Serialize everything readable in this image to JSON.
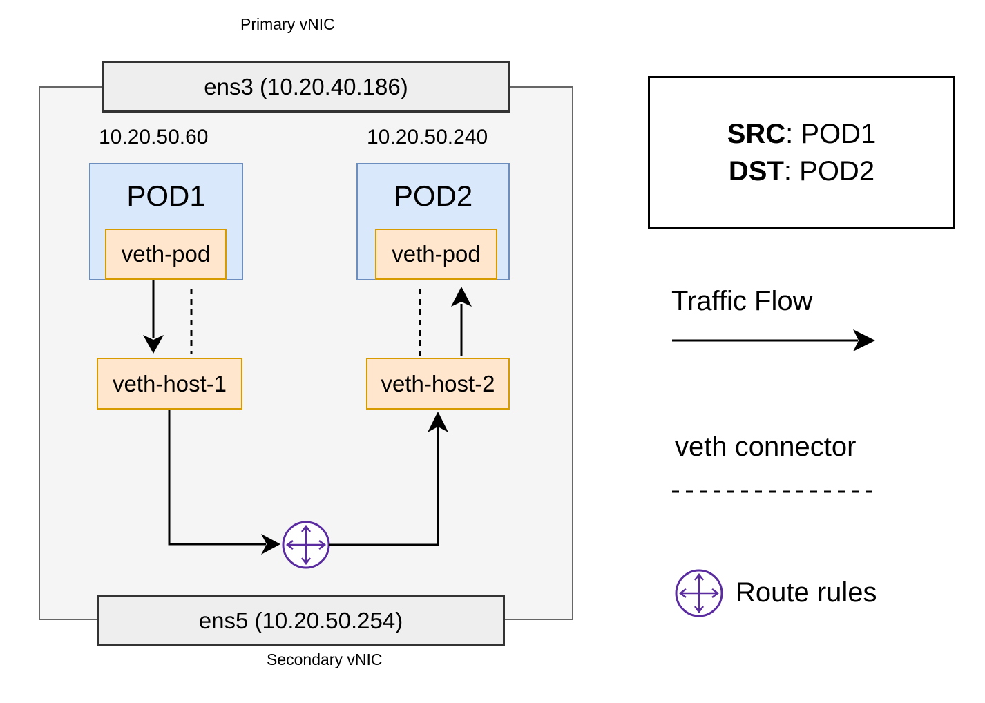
{
  "diagram": {
    "host": {
      "primary_caption": "Primary vNIC",
      "secondary_caption": "Secondary vNIC",
      "primary_nic": "ens3 (10.20.40.186)",
      "secondary_nic": "ens5 (10.20.50.254)"
    },
    "pods": [
      {
        "ip": "10.20.50.60",
        "name": "POD1",
        "veth": "veth-pod",
        "host_veth": "veth-host-1"
      },
      {
        "ip": "10.20.50.240",
        "name": "POD2",
        "veth": "veth-pod",
        "host_veth": "veth-host-2"
      }
    ],
    "flow": {
      "src_label": "SRC",
      "src_value": "POD1",
      "dst_label": "DST",
      "dst_value": "POD2"
    },
    "legend": {
      "traffic_flow": "Traffic Flow",
      "veth_connector": "veth connector",
      "route_rules": "Route rules"
    },
    "colors": {
      "pod_fill": "#dae8fc",
      "pod_border": "#6c8ebf",
      "veth_fill": "#ffe6cc",
      "veth_border": "#d79b00",
      "router": "#5a2ca0",
      "host_fill": "#f5f5f5"
    }
  }
}
